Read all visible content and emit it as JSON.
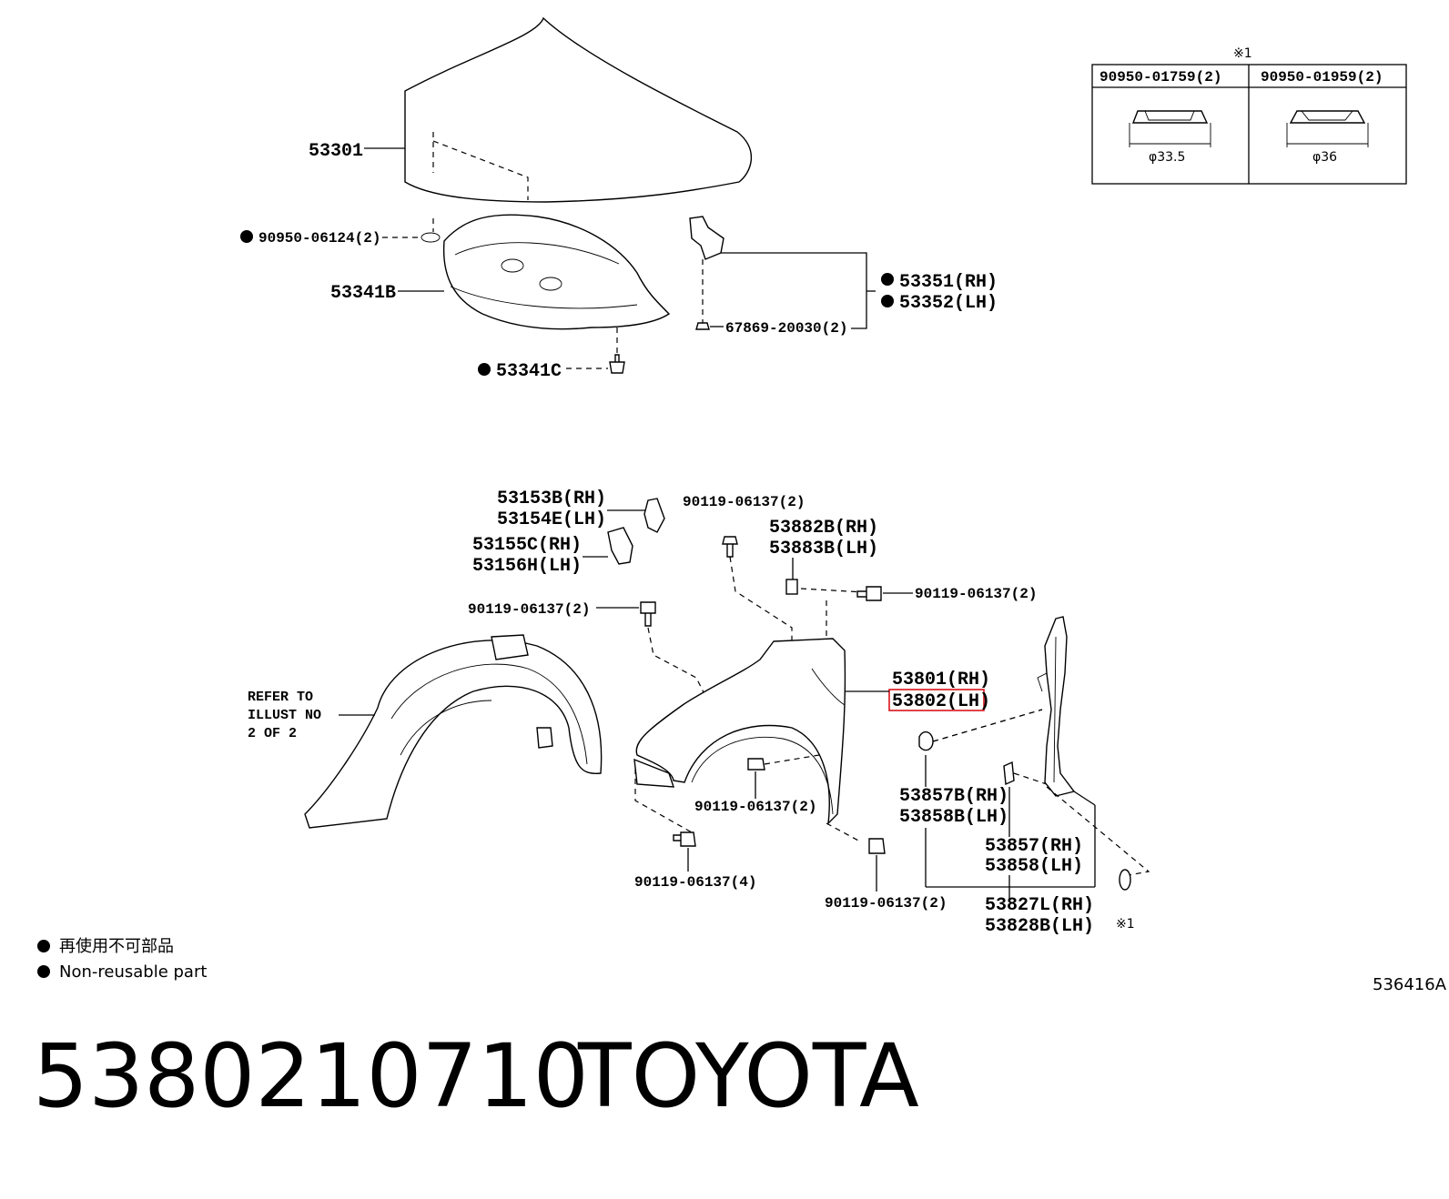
{
  "labels": {
    "hood": "53301",
    "hood_clip": "90950-06124(2)",
    "hood_insulator": "53341B",
    "insulator_clip": "53341C",
    "hinge_rh": "53351(RH)",
    "hinge_lh": "53352(LH)",
    "hinge_clip": "67869-20030(2)",
    "bracket_b_rh": "53153B(RH)",
    "bracket_e_lh": "53154E(LH)",
    "bracket_c_rh": "53155C(RH)",
    "bracket_h_lh": "53156H(LH)",
    "bolt_top": "90119-06137(2)",
    "seal_rh": "53882B(RH)",
    "seal_lh": "53883B(LH)",
    "bolt_right": "90119-06137(2)",
    "bolt_left": "90119-06137(2)",
    "fender_rh": "53801(RH)",
    "fender_lh": "53802(LH)",
    "bolt_wheel": "90119-06137(2)",
    "bolt_bottom_left": "90119-06137(4)",
    "bolt_bottom_right": "90119-06137(2)",
    "cushion_b_rh": "53857B(RH)",
    "cushion_b_lh": "53858B(LH)",
    "cushion_rh": "53857(RH)",
    "cushion_lh": "53858(LH)",
    "protector_rh": "53827L(RH)",
    "protector_lh": "53828B(LH)",
    "note_marker": "※1",
    "refer_line1": "REFER TO",
    "refer_line2": "ILLUST NO",
    "refer_line3": "2 OF 2"
  },
  "table": {
    "marker": "※1",
    "col1_part": "90950-01759(2)",
    "col2_part": "90950-01959(2)",
    "col1_dim": "φ33.5",
    "col2_dim": "φ36"
  },
  "legend": {
    "line_jp": "再使用不可部品",
    "line_en": "Non-reusable part"
  },
  "illustration_code": "536416A",
  "footer": {
    "part_number": "5380210710",
    "brand": "TOYOTA"
  },
  "highlight_color": "#d9141c"
}
